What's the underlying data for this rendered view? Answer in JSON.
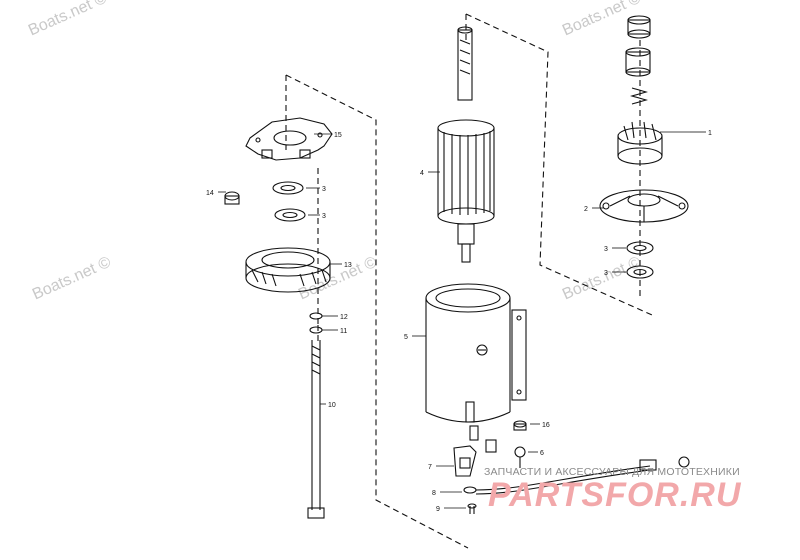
{
  "watermarks": {
    "boats_net": "Boats.net ©",
    "ru_caption": "ЗАПЧАСТИ И АКСЕССУАРЫ ДЛЯ МОТОТЕХНИКИ",
    "brand_logo": "PARTSFOR.RU"
  },
  "callouts": {
    "c1": "1",
    "c2": "2",
    "c3a": "3",
    "c3b": "3",
    "c3c": "3",
    "c3d": "3",
    "c4": "4",
    "c5": "5",
    "c6": "6",
    "c7": "7",
    "c8": "8",
    "c9": "9",
    "c10": "10",
    "c11": "11",
    "c12": "12",
    "c13": "13",
    "c14": "14",
    "c15": "15",
    "c16": "16"
  },
  "colors": {
    "line": "#111111",
    "watermark": "#c9c9c9",
    "brand": "#f2a8aa"
  }
}
